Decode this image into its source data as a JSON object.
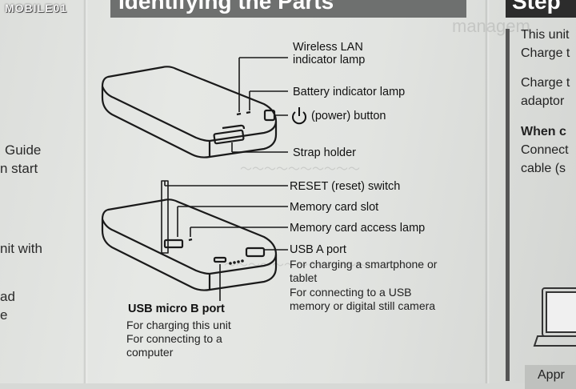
{
  "watermark": "MOBILE01",
  "section_title": "Identifying the Parts",
  "left_column": {
    "line1": "Guide",
    "line2": "n start",
    "line3": "nit with",
    "line4": "ad",
    "line5": "e"
  },
  "diagram_top": {
    "wireless_lan_line1": "Wireless LAN",
    "wireless_lan_line2": "indicator lamp",
    "battery_lamp": "Battery indicator lamp",
    "power_button": "(power) button",
    "strap_holder": "Strap holder"
  },
  "diagram_bottom": {
    "reset_switch": "RESET (reset) switch",
    "memory_card_slot": "Memory card slot",
    "memory_card_lamp": "Memory card access lamp",
    "usb_a_title": "USB A port",
    "usb_a_desc1": "For charging a smartphone or",
    "usb_a_desc2": "tablet",
    "usb_a_desc3": "For connecting to a USB",
    "usb_a_desc4": "memory or digital still camera",
    "usb_micro_title": "USB micro B port",
    "usb_micro_desc1": "For charging this unit",
    "usb_micro_desc2": "For connecting to a",
    "usb_micro_desc3": "computer"
  },
  "right_column": {
    "header": "Step",
    "line1": "This unit",
    "line2": "Charge t",
    "line3": "Charge t",
    "line4": "adaptor",
    "heading": "When c",
    "line5": "Connect",
    "line6": "cable (s",
    "footer": "Appr"
  }
}
